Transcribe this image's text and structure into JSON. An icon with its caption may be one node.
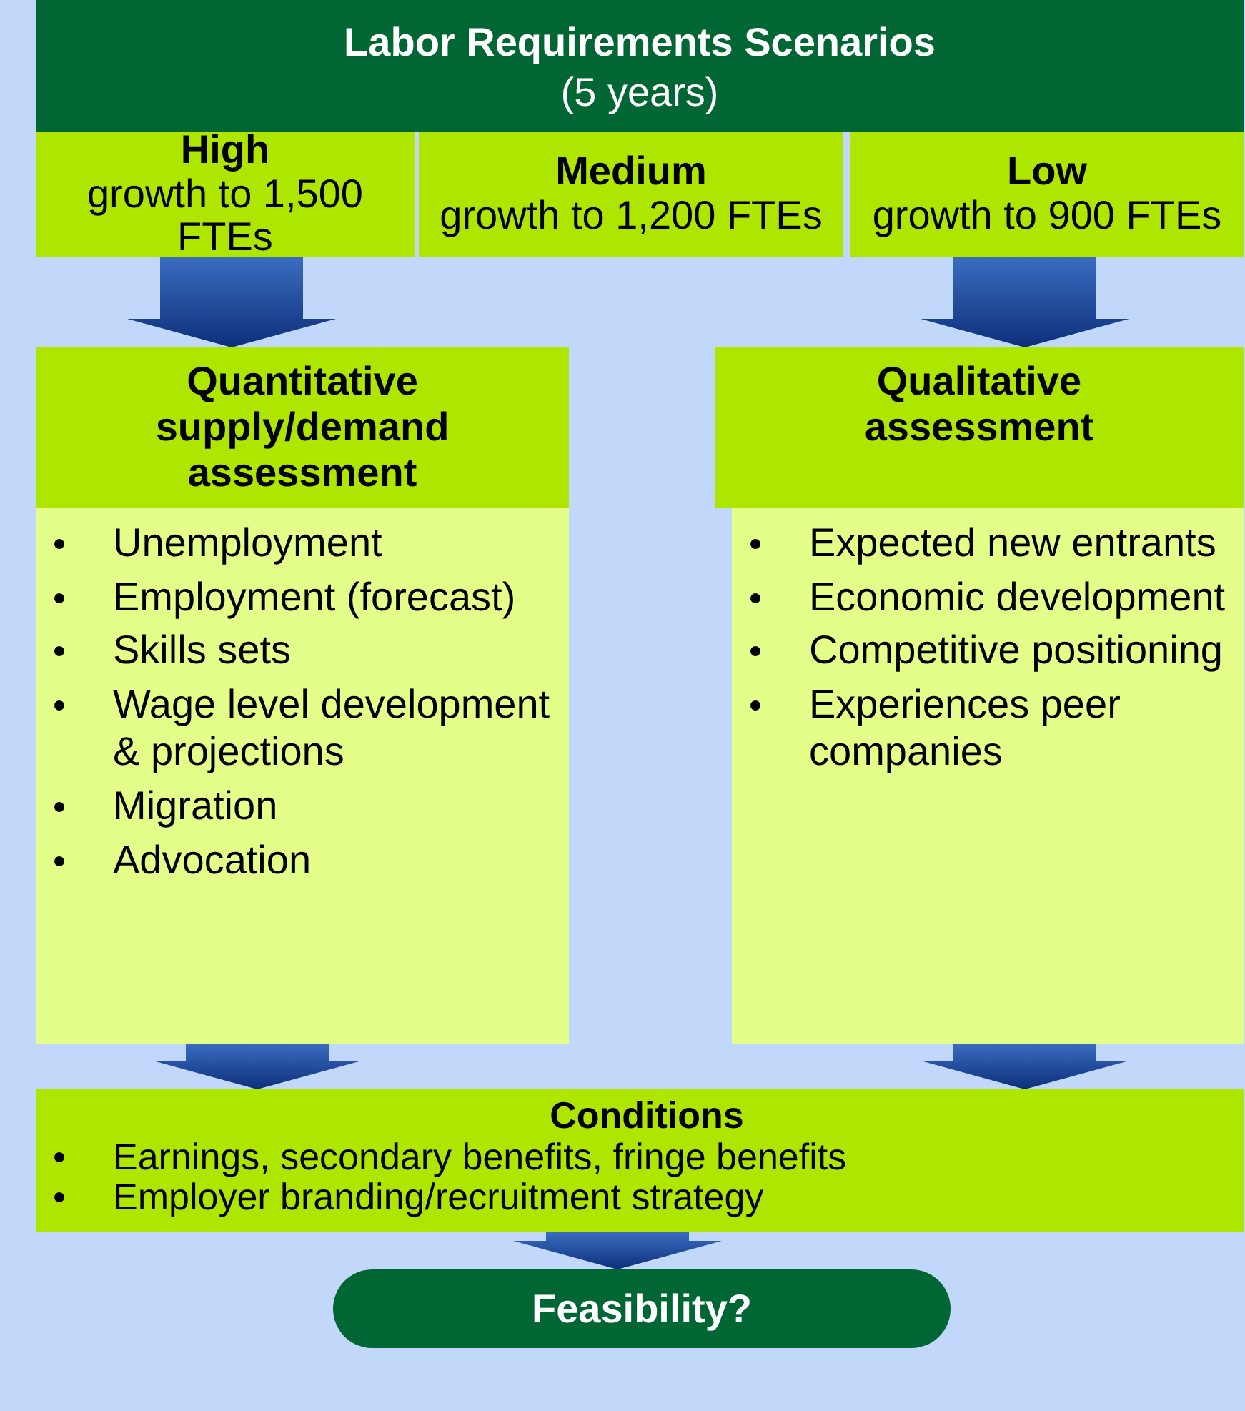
{
  "diagram": {
    "nodes": [
      {
        "text": [
          "Labor Requirements Scenarios",
          "(5 years)"
        ]
      },
      {
        "text": [
          "High",
          "growth to 1,500 FTEs"
        ]
      },
      {
        "text": [
          "Medium",
          "growth to 1,200 FTEs"
        ]
      },
      {
        "text": [
          "Low",
          "growth to 900 FTEs"
        ]
      },
      {
        "text": [
          "Quantitative supply/demand assessment",
          "Unemployment",
          "Employment (forecast)",
          "Skills sets",
          "Wage level development & projections",
          "Migration",
          "Advocation"
        ]
      },
      {
        "text": [
          "Qualitative assessment",
          "Expected new entrants",
          "Economic development",
          "Competitive positioning",
          "Experiences peer companies"
        ]
      },
      {
        "text": [
          "Conditions",
          "Earnings, secondary benefits, fringe benefits",
          "Employer branding/recruitment strategy"
        ]
      },
      {
        "text": [
          "Feasibility?"
        ]
      }
    ],
    "edges": [
      {
        "from": 1,
        "to": 4,
        "arrow": "to"
      },
      {
        "from": 3,
        "to": 5,
        "arrow": "to"
      },
      {
        "from": 4,
        "to": 6,
        "arrow": "to"
      },
      {
        "from": 5,
        "to": 6,
        "arrow": "to"
      },
      {
        "from": 6,
        "to": 7,
        "arrow": "to"
      }
    ]
  }
}
